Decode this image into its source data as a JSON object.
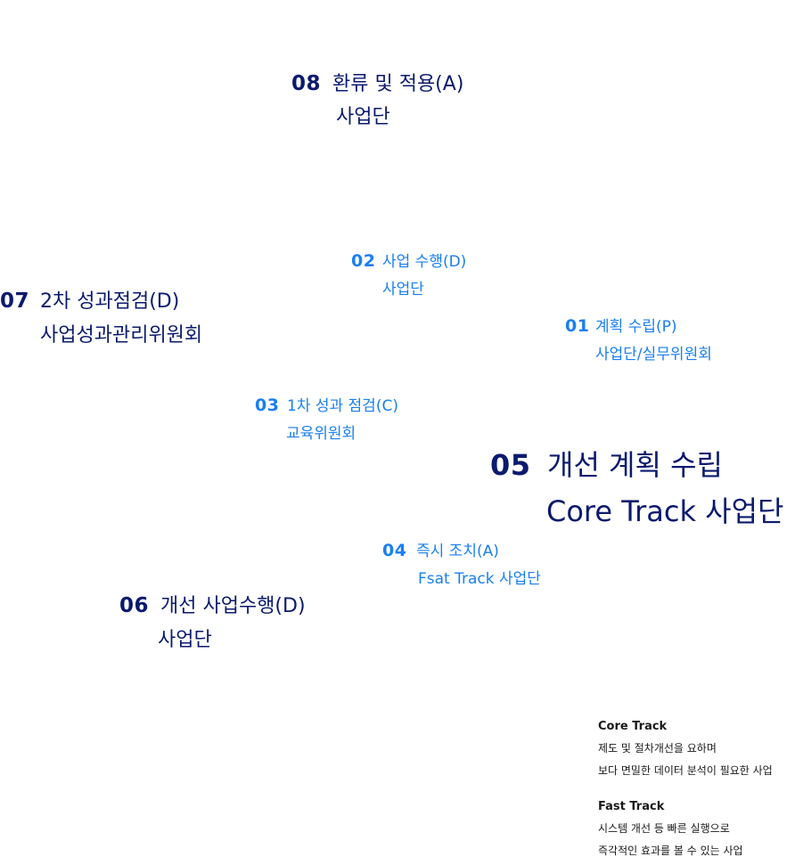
{
  "steps": {
    "s08": {
      "number": "08",
      "title": "환류 및 적용(A)",
      "owner": "사업단"
    },
    "s02": {
      "number": "02",
      "title": "사업 수행(D)",
      "owner": "사업단"
    },
    "s07": {
      "number": "07",
      "title": "2차 성과점검(D)",
      "owner": "사업성과관리위원회"
    },
    "s01": {
      "number": "01",
      "title": "계획 수립(P)",
      "owner": "사업단/실무위원회"
    },
    "s03": {
      "number": "03",
      "title": "1차 성과 점검(C)",
      "owner": "교육위원회"
    },
    "s05": {
      "number": "05",
      "title": "개선 계획 수립",
      "owner": "Core Track 사업단"
    },
    "s04": {
      "number": "04",
      "title": "즉시 조치(A)",
      "owner": "Fsat Track 사업단"
    },
    "s06": {
      "number": "06",
      "title": "개선 사업수행(D)",
      "owner": "사업단"
    }
  },
  "legend": {
    "core": {
      "title": "Core Track",
      "lines": [
        "제도 및 절차개선을 요하며",
        "보다 면밀한 데이터 분석이 필요한 사업"
      ]
    },
    "fast": {
      "title": "Fast Track",
      "lines": [
        "시스템 개선 등 빠른 실행으로",
        "즉각적인 효과를 볼 수 있는 사업"
      ]
    }
  },
  "colors": {
    "navy": "#0b1a6e",
    "blue": "#1a7ff0"
  }
}
